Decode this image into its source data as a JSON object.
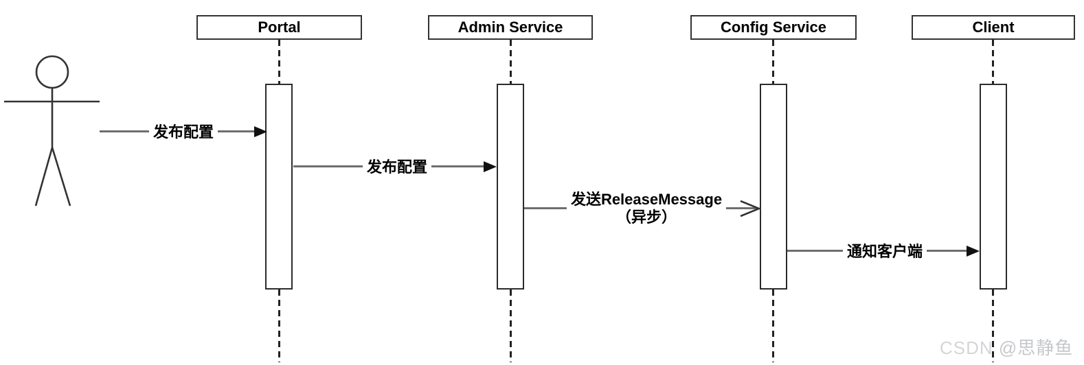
{
  "diagram_type": "uml-sequence",
  "lifelines": [
    {
      "label": "Portal"
    },
    {
      "label": "Admin Service"
    },
    {
      "label": "Config Service"
    },
    {
      "label": "Client"
    }
  ],
  "actor": {
    "role": "actor-stick-figure"
  },
  "messages": [
    {
      "label": "发布配置",
      "from": "Actor",
      "to": "Portal",
      "arrow": "solid"
    },
    {
      "label": "发布配置",
      "from": "Portal",
      "to": "Admin Service",
      "arrow": "solid"
    },
    {
      "label": "发送ReleaseMessage",
      "label_line2": "（异步）",
      "from": "Admin Service",
      "to": "Config Service",
      "arrow": "open-async"
    },
    {
      "label": "通知客户端",
      "from": "Config Service",
      "to": "Client",
      "arrow": "solid"
    }
  ],
  "watermark": {
    "prefix": "CSDN ",
    "handle": "@思静鱼"
  },
  "colors": {
    "background": "#ffffff",
    "box_border": "#333333",
    "lifeline": "#222222",
    "message_line": "#6e6e6e",
    "arrowhead": "#111111",
    "text": "#000000",
    "watermark": "#cccccc"
  }
}
